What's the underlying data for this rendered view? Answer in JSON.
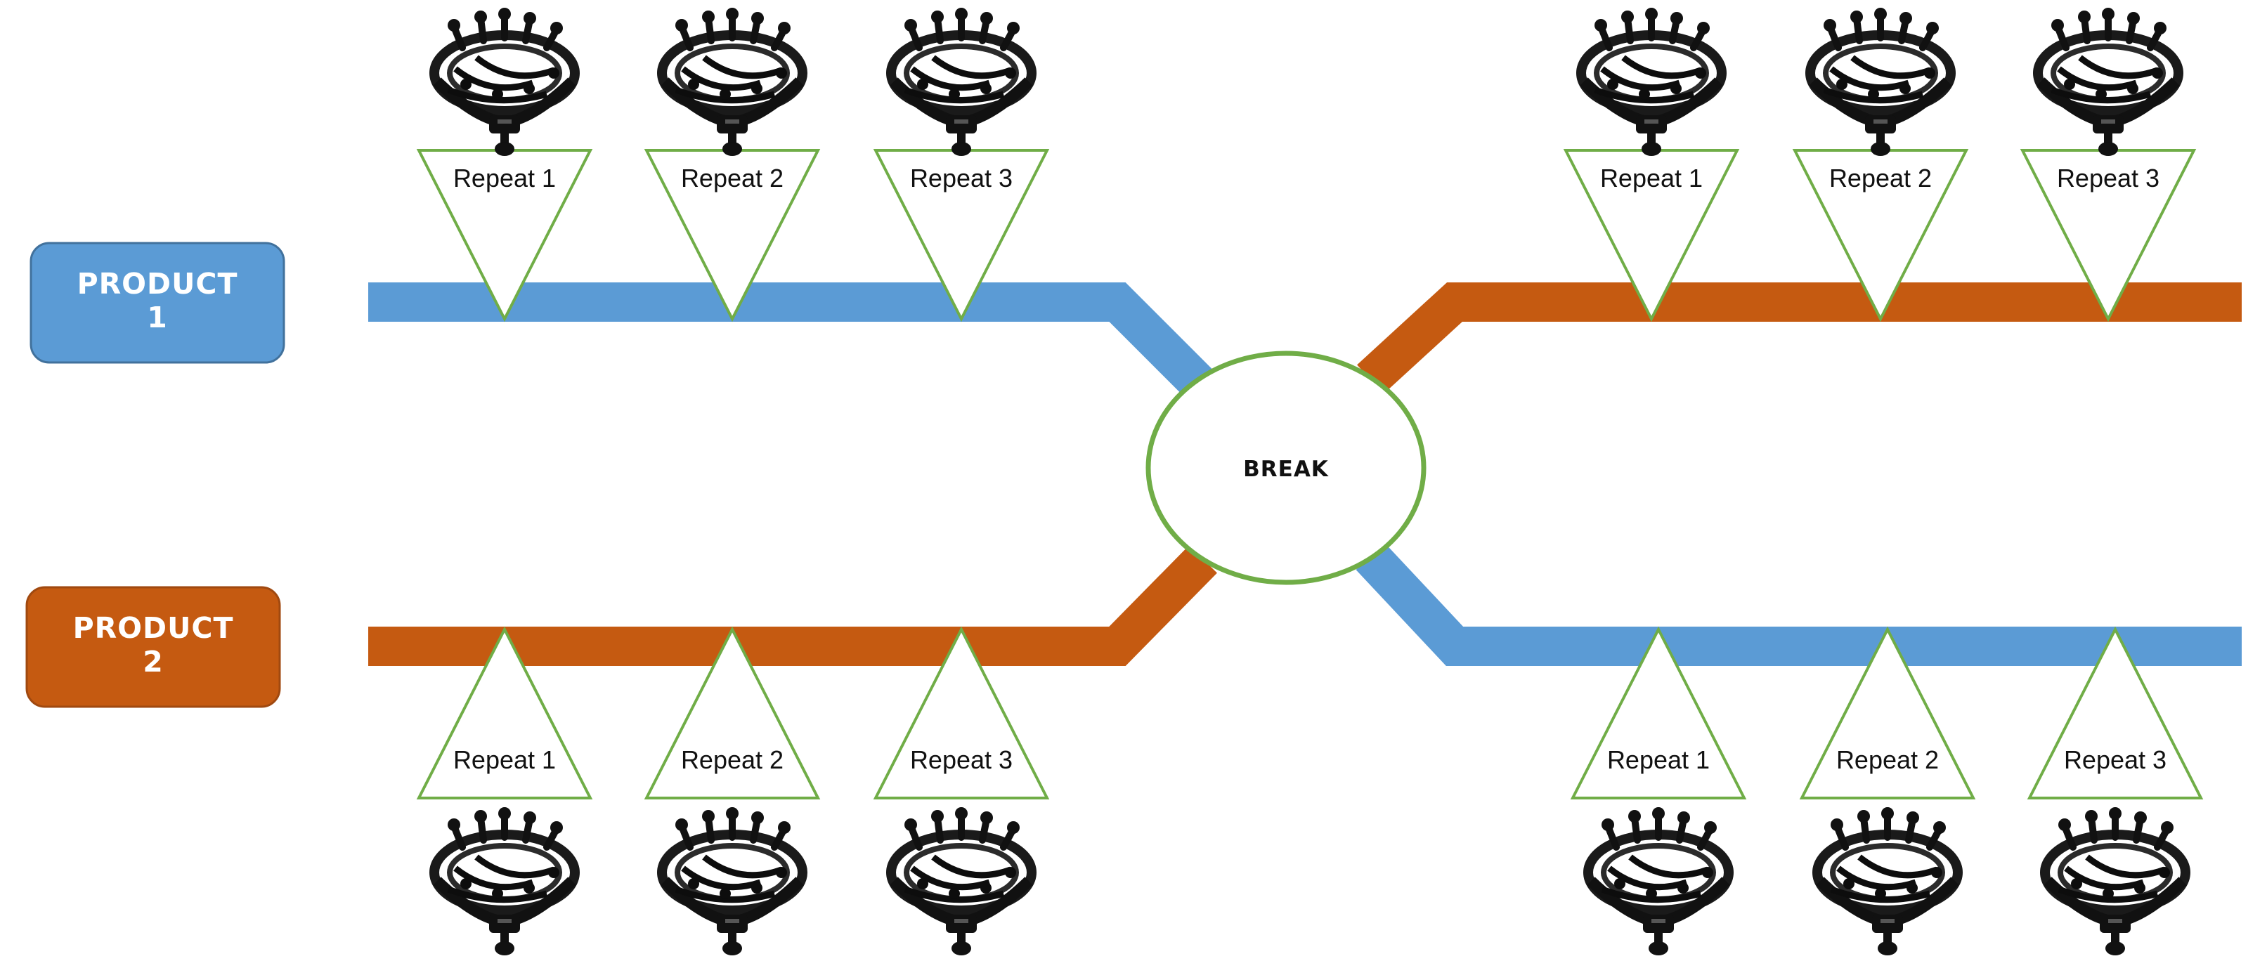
{
  "colors": {
    "product1": "#5B9BD5",
    "product2": "#C55A11",
    "triangle_stroke": "#70AD47",
    "break_stroke": "#70AD47",
    "headset": "#1a1a1a"
  },
  "products": [
    {
      "line1": "PRODUCT",
      "line2": "1"
    },
    {
      "line1": "PRODUCT",
      "line2": "2"
    }
  ],
  "break_label": "BREAK",
  "repeats": {
    "top_left": [
      "Repeat 1",
      "Repeat 2",
      "Repeat 3"
    ],
    "top_right": [
      "Repeat 1",
      "Repeat 2",
      "Repeat 3"
    ],
    "bottom_left": [
      "Repeat 1",
      "Repeat 2",
      "Repeat 3"
    ],
    "bottom_right": [
      "Repeat 1",
      "Repeat 2",
      "Repeat 3"
    ]
  },
  "icons": {
    "headset": "eeg-headset-icon"
  }
}
